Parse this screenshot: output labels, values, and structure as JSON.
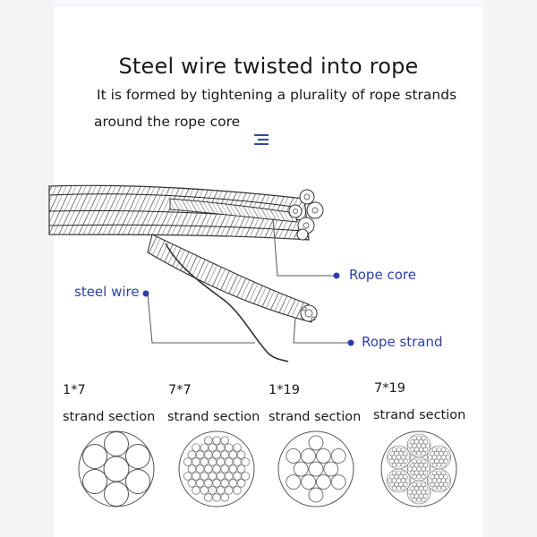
{
  "title": "Steel wire twisted into rope",
  "description": {
    "line1": "It is formed by tightening a plurality of rope strands",
    "line2": "around the rope core"
  },
  "callouts": {
    "rope_core": "Rope core",
    "steel_wire": "steel wire",
    "rope_strand": "Rope strand"
  },
  "sections": [
    {
      "code": "1*7",
      "label": "strand section"
    },
    {
      "code": "7*7",
      "label": "strand section"
    },
    {
      "code": "1*19",
      "label": "strand section"
    },
    {
      "code": "7*19",
      "label": "strand section"
    }
  ],
  "colors": {
    "accent": "#2b3fb5",
    "text": "#1a1a1a",
    "line": "#555555"
  },
  "icons": {
    "menu": "menu-icon"
  }
}
